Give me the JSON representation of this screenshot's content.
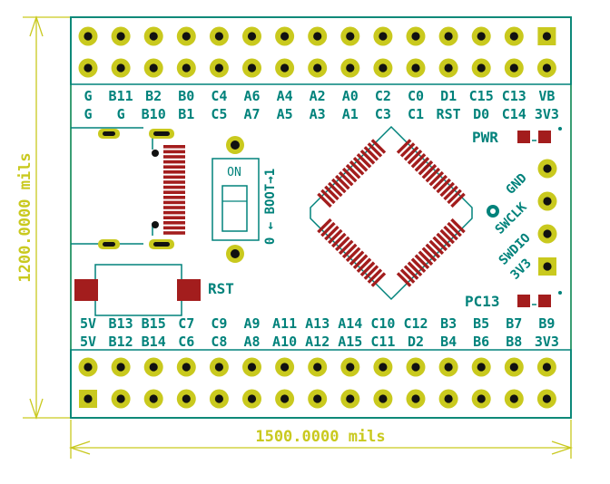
{
  "colors": {
    "background": "#ffffff",
    "board_outline": "#3a9e74",
    "silkscreen": "#00827b",
    "copper_pad": "#c9c91e",
    "drill": "#111111",
    "smd_pad": "#a31d1d",
    "dimension": "#c9c91e"
  },
  "dimensions": {
    "width_label": "1500.0000 mils",
    "height_label": "1200.0000 mils"
  },
  "top_labels_row1": [
    "G",
    "B11",
    "B2",
    "B0",
    "C4",
    "A6",
    "A4",
    "A2",
    "A0",
    "C2",
    "C0",
    "D1",
    "C15",
    "C13",
    "VB"
  ],
  "top_labels_row2": [
    "G",
    "G",
    "B10",
    "B1",
    "C5",
    "A7",
    "A5",
    "A3",
    "A1",
    "C3",
    "C1",
    "RST",
    "D0",
    "C14",
    "3V3"
  ],
  "bottom_labels_row1": [
    "5V",
    "B13",
    "B15",
    "C7",
    "C9",
    "A9",
    "A11",
    "A13",
    "A14",
    "C10",
    "C12",
    "B3",
    "B5",
    "B7",
    "B9"
  ],
  "bottom_labels_row2": [
    "5V",
    "B12",
    "B14",
    "C6",
    "C8",
    "A8",
    "A10",
    "A12",
    "A15",
    "C11",
    "D2",
    "B4",
    "B6",
    "B8",
    "3V3"
  ],
  "labels": {
    "pwr": "PWR",
    "pc13": "PC13",
    "rst": "RST",
    "switch_on": "ON",
    "boot": "0 ← BOOT→1"
  },
  "swd_labels": [
    "GND",
    "SWCLK",
    "SWDIO",
    "3V3"
  ]
}
